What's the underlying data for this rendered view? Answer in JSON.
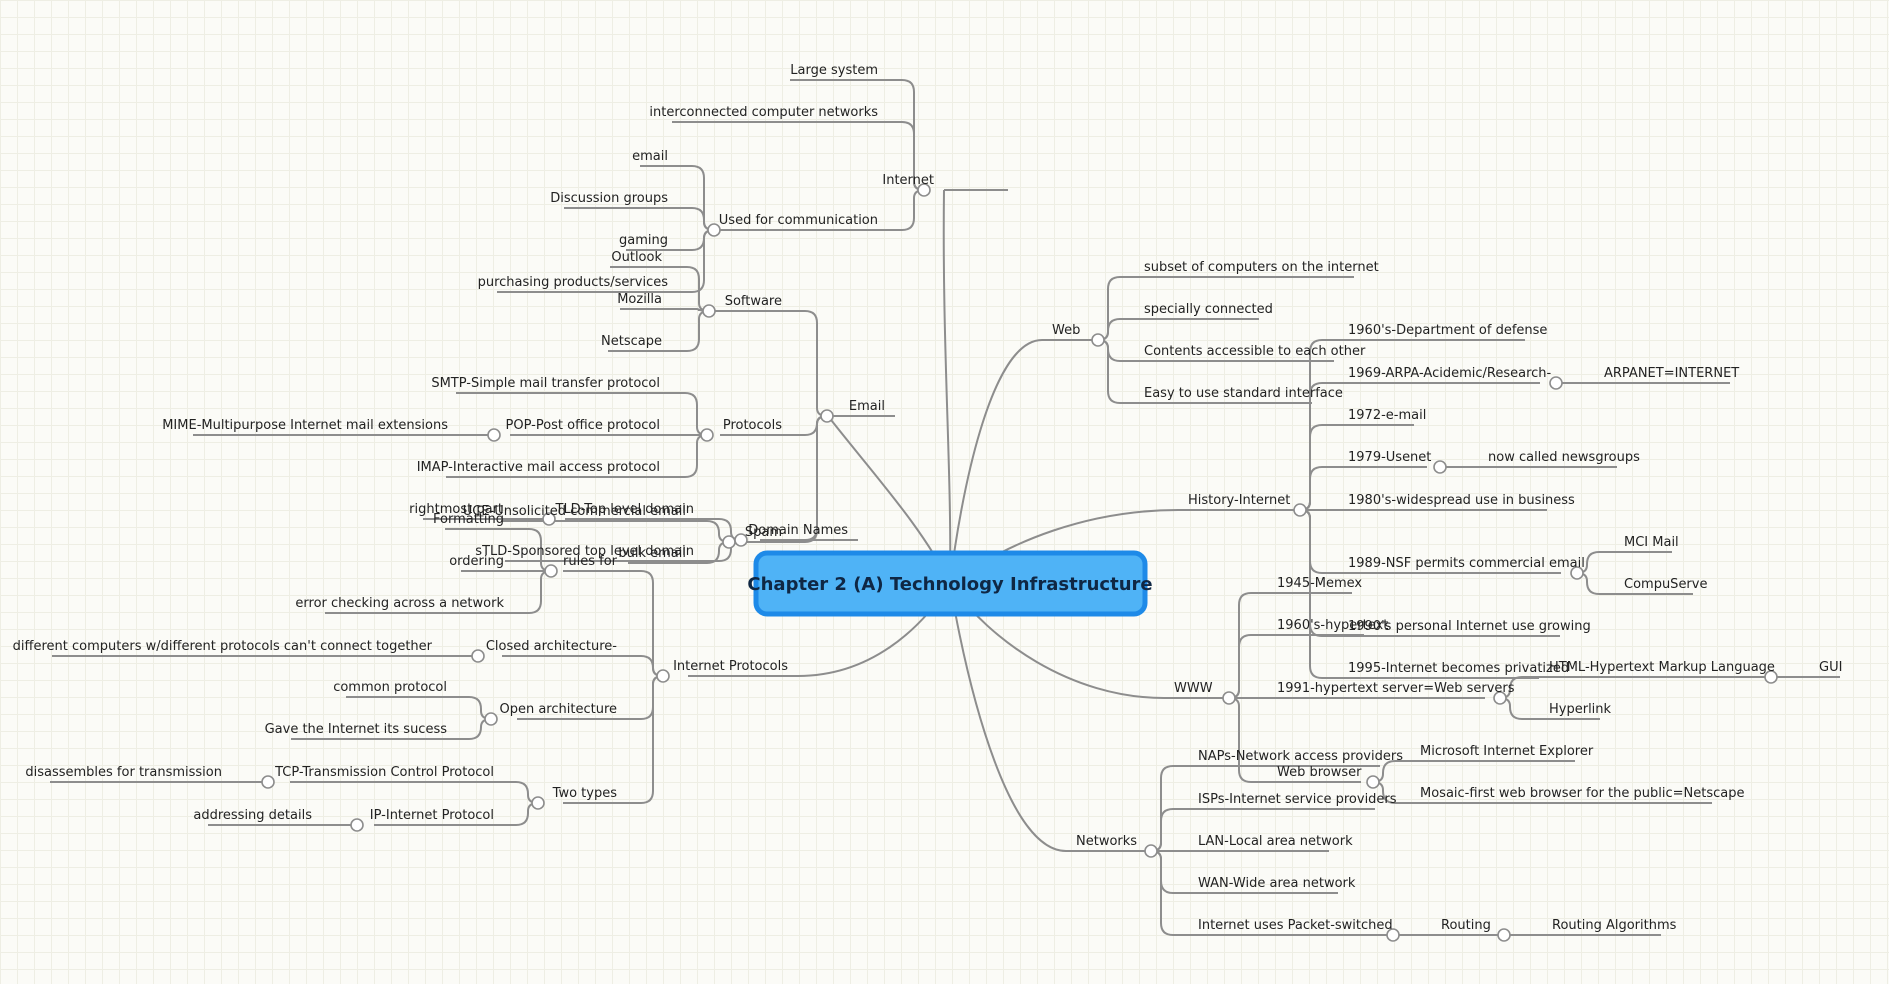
{
  "center": "Chapter 2 (A) Technology Infrastructure",
  "colors": {
    "center_fill": "#4fb3f6",
    "center_border": "#1e8ae8",
    "line": "#8d8d8d",
    "text": "#222222"
  },
  "labels": {
    "internet": "Internet",
    "large_system": "Large system",
    "interconnected": "interconnected computer networks",
    "used_for_comm": "Used for communication",
    "email_leaf": "email",
    "discussion_groups": "Discussion groups",
    "gaming": "gaming",
    "purchasing": "purchasing products/services",
    "email": "Email",
    "software": "Software",
    "outlook": "Outlook",
    "mozilla": "Mozilla",
    "netscape": "Netscape",
    "protocols": "Protocols",
    "smtp": "SMTP-Simple mail transfer protocol",
    "pop": "POP-Post office protocol",
    "mime": "MIME-Multipurpose Internet mail extensions",
    "imap": "IMAP-Interactive mail access protocol",
    "spam": "Spam",
    "uce": "UCE-Unsolicited commercial email",
    "bulk_email": "bulk email",
    "domain_names": "Domain Names",
    "tld": "TLD-Top level domain",
    "rightmost_part": "rightmost part",
    "stld": "sTLD-Sponsored top level domain",
    "internet_protocols": "Internet Protocols",
    "rules_for": "rules for",
    "formatting": "Formatting",
    "ordering": "ordering",
    "error_checking": "error checking across a network",
    "closed_arch": "Closed architecture-",
    "different_computers": "different computers w/different protocols can't connect together",
    "open_arch": "Open architecture",
    "common_protocol": "common protocol",
    "gave_success": "Gave the Internet its sucess",
    "two_types": "Two types",
    "tcp": "TCP-Transmission Control Protocol",
    "disassembles": "disassembles for transmission",
    "ip": "IP-Internet Protocol",
    "addressing": "addressing details",
    "web": "Web",
    "subset": "subset of computers on the internet",
    "specially_connected": "specially connected",
    "contents_accessible": "Contents accessible to each other",
    "easy_interface": "Easy to use standard interface",
    "history_internet": "History-Internet",
    "h1960": "1960's-Department of defense",
    "h1969": "1969-ARPA-Acidemic/Research-",
    "arpanet": "ARPANET=INTERNET",
    "h1972": "1972-e-mail",
    "h1979": "1979-Usenet",
    "newsgroups": "now called newsgroups",
    "h1980": "1980's-widespread use in business",
    "h1989": "1989-NSF permits commercial email",
    "mci_mail": "MCI Mail",
    "compuserve": "CompuServe",
    "h1990": "1990's personal Internet use growing",
    "h1995": "1995-Internet becomes privatized",
    "www": "WWW",
    "memex": "1945-Memex",
    "hypertext1960": "1960's-hypertext",
    "hypertext1991": "1991-hypertext server=Web servers",
    "html": "HTML-Hypertext Markup Language",
    "gui": "GUI",
    "hyperlink": "Hyperlink",
    "web_browser": "Web browser",
    "ie": "Microsoft Internet Explorer",
    "mosaic": "Mosaic-first web browser for the public=Netscape",
    "networks": "Networks",
    "naps": "NAPs-Network access providers",
    "isps": "ISPs-Internet service providers",
    "lan": "LAN-Local area network",
    "wan": "WAN-Wide area network",
    "packet_switched": "Internet uses Packet-switched",
    "routing": "Routing",
    "routing_algorithms": "Routing Algorithms"
  }
}
